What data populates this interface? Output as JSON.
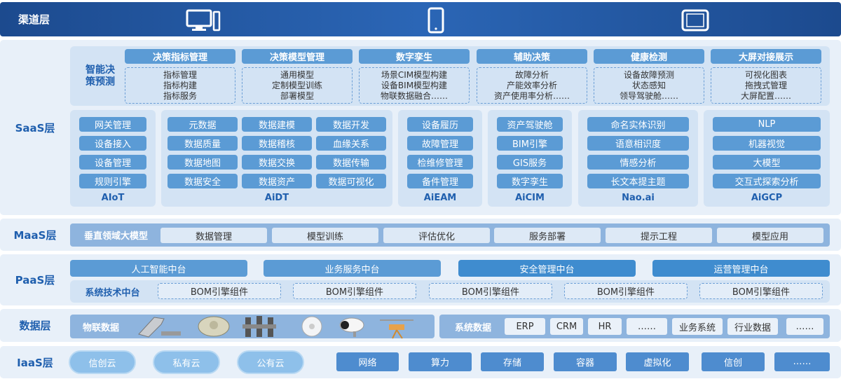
{
  "channel": {
    "title": "渠道层",
    "icons": [
      "desktop-icon",
      "phone-icon",
      "tablet-icon"
    ]
  },
  "saas": {
    "label": "SaaS层",
    "decision_label": "智能决策预测",
    "decision_cols": [
      {
        "title": "决策指标管理",
        "items": [
          "指标管理",
          "指标构建",
          "指标服务"
        ]
      },
      {
        "title": "决策模型管理",
        "items": [
          "通用模型",
          "定制模型训练",
          "部署模型"
        ]
      },
      {
        "title": "数字孪生",
        "items": [
          "场景CIM模型构建",
          "设备BIM模型构建",
          "物联数据融合……"
        ]
      },
      {
        "title": "辅助决策",
        "items": [
          "故障分析",
          "产能效率分析",
          "资产使用率分析……"
        ]
      },
      {
        "title": "健康检测",
        "items": [
          "设备故障预测",
          "状态感知",
          "领导驾驶舱……"
        ]
      },
      {
        "title": "大屏对接展示",
        "items": [
          "可视化图表",
          "拖拽式管理",
          "大屏配置……"
        ]
      }
    ],
    "products": [
      {
        "name": "AIoT",
        "items": [
          "网关管理",
          "设备接入",
          "设备管理",
          "规则引擎"
        ]
      },
      {
        "name": "AiDT",
        "items": [
          "元数据",
          "数据建模",
          "数据开发",
          "数据质量",
          "数据稽核",
          "血缘关系",
          "数据地图",
          "数据交换",
          "数据传输",
          "数据安全",
          "数据资产",
          "数据可视化"
        ]
      },
      {
        "name": "AiEAM",
        "items": [
          "设备履历",
          "故障管理",
          "检维修管理",
          "备件管理"
        ]
      },
      {
        "name": "AiCIM",
        "items": [
          "资产驾驶舱",
          "BIM引擎",
          "GIS服务",
          "数字孪生"
        ]
      },
      {
        "name": "Nao.ai",
        "items": [
          "命名实体识别",
          "语意相识度",
          "情感分析",
          "长文本提主题"
        ]
      },
      {
        "name": "AiGCP",
        "items": [
          "NLP",
          "机器视觉",
          "大模型",
          "交互式探索分析"
        ]
      }
    ]
  },
  "maas": {
    "label": "MaaS层",
    "group": "垂直领域大模型",
    "items": [
      "数据管理",
      "模型训练",
      "评估优化",
      "服务部署",
      "提示工程",
      "模型应用"
    ]
  },
  "paas": {
    "label": "PaaS层",
    "centers": [
      "人工智能中台",
      "业务服务中台",
      "安全管理中台",
      "运营管理中台"
    ],
    "tech_label": "系统技术中台",
    "components": [
      "BOM引擎组件",
      "BOM引擎组件",
      "BOM引擎组件",
      "BOM引擎组件",
      "BOM引擎组件"
    ]
  },
  "data": {
    "label": "数据层",
    "iot_label": "物联数据",
    "devices": [
      "scanner-icon",
      "load-cell-icon",
      "clamp-icon",
      "smoke-detector-icon",
      "camera-icon",
      "drone-icon"
    ],
    "sys_label": "系统数据",
    "sys_items": [
      "ERP",
      "CRM",
      "HR",
      "……",
      "业务系统",
      "行业数据",
      "……"
    ]
  },
  "iaas": {
    "label": "IaaS层",
    "clouds": [
      "信创云",
      "私有云",
      "公有云"
    ],
    "items": [
      "网络",
      "算力",
      "存储",
      "容器",
      "虚拟化",
      "信创",
      "……"
    ]
  },
  "colors": {
    "primary": "#5b9bd5",
    "dark": "#1c4a8e",
    "accent": "#1f5fae"
  }
}
